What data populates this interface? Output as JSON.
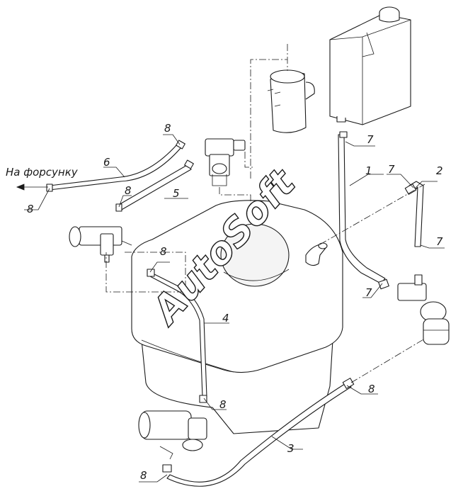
{
  "callouts": {
    "c1": "1",
    "c2": "2",
    "c3": "3",
    "c4": "4",
    "c5": "5",
    "c6": "6",
    "c7a": "7",
    "c7b": "7",
    "c7c": "7",
    "c7d": "7",
    "c8a": "8",
    "c8b": "8",
    "c8c": "8",
    "c8d": "8",
    "c8e": "8",
    "c8f": "8",
    "c8g": "8"
  },
  "arrow_label": "На форсунку",
  "watermark": "AutoSoft"
}
